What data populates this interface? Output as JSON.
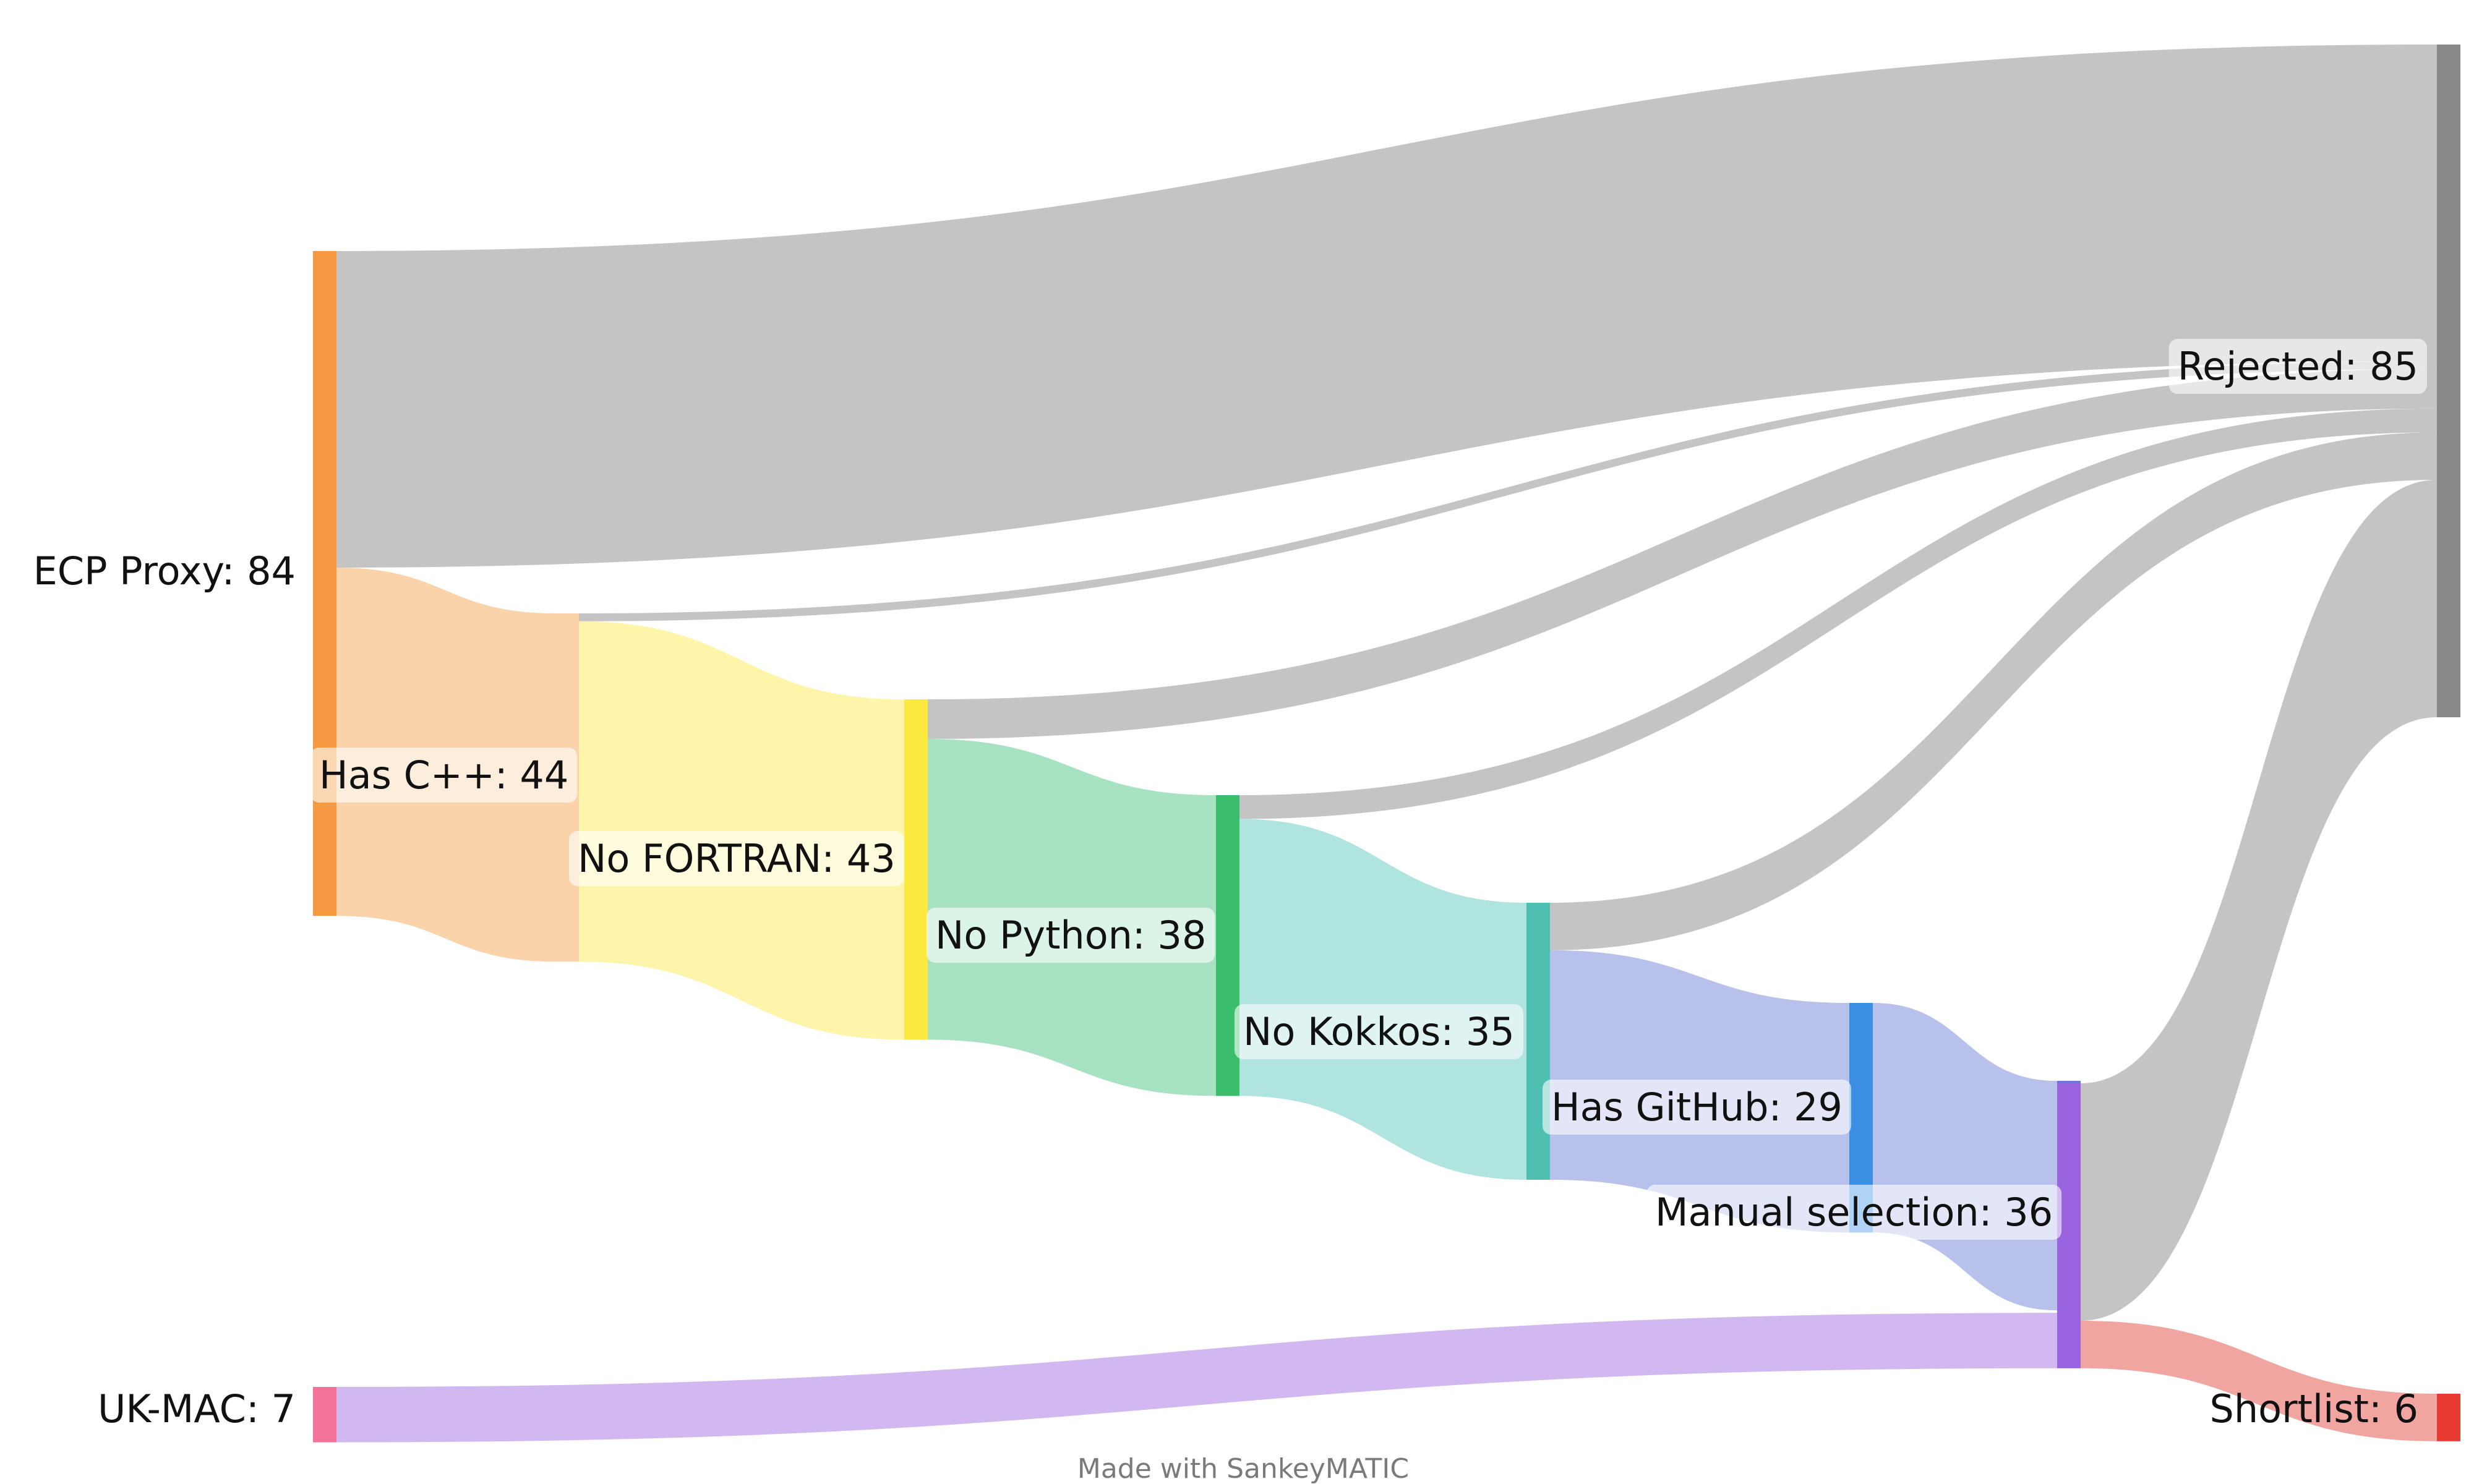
{
  "chart_data": {
    "type": "sankey",
    "nodes": [
      {
        "id": "ecp",
        "label": "ECP Proxy: 84",
        "color": "#f59a42"
      },
      {
        "id": "ukmac",
        "label": "UK-MAC: 7",
        "color": "#f2729a"
      },
      {
        "id": "cpp",
        "label": "Has C++: 44",
        "color": "#fbd3aa"
      },
      {
        "id": "nofortran",
        "label": "No FORTRAN: 43",
        "color": "#fcea40"
      },
      {
        "id": "nopython",
        "label": "No Python: 38",
        "color": "#3cbd6e"
      },
      {
        "id": "nokokkos",
        "label": "No Kokkos: 35",
        "color": "#4ebfb0"
      },
      {
        "id": "github",
        "label": "Has GitHub: 29",
        "color": "#3b8fe3"
      },
      {
        "id": "manual",
        "label": "Manual selection: 36",
        "color": "#6b78d0"
      },
      {
        "id": "mix",
        "label": "",
        "color": "#9a63e0"
      },
      {
        "id": "rejected",
        "label": "Rejected: 85",
        "color": "#888888"
      },
      {
        "id": "shortlist",
        "label": "Shortlist: 6",
        "color": "#e63a32"
      }
    ],
    "links": [
      {
        "source": "ecp",
        "target": "rejected",
        "value": 40,
        "color": "#c4c4c4"
      },
      {
        "source": "ecp",
        "target": "cpp",
        "value": 44,
        "color": "#fbd3aa"
      },
      {
        "source": "cpp",
        "target": "rejected",
        "value": 1,
        "color": "#c4c4c4"
      },
      {
        "source": "cpp",
        "target": "nofortran",
        "value": 43,
        "color": "#fff5aa"
      },
      {
        "source": "nofortran",
        "target": "rejected",
        "value": 5,
        "color": "#c4c4c4"
      },
      {
        "source": "nofortran",
        "target": "nopython",
        "value": 38,
        "color": "#a7e3c3"
      },
      {
        "source": "nopython",
        "target": "rejected",
        "value": 3,
        "color": "#c4c4c4"
      },
      {
        "source": "nopython",
        "target": "nokokkos",
        "value": 35,
        "color": "#b0e4de"
      },
      {
        "source": "nokokkos",
        "target": "rejected",
        "value": 6,
        "color": "#c4c4c4"
      },
      {
        "source": "nokokkos",
        "target": "github",
        "value": 29,
        "color": "#b8c1eb"
      },
      {
        "source": "github",
        "target": "manual",
        "value": 29,
        "color": "#b8c1eb"
      },
      {
        "source": "manual",
        "target": "mix",
        "value": 29,
        "color": "#d1b8f1"
      },
      {
        "source": "ukmac",
        "target": "mix",
        "value": 7,
        "color": "#d1b8f1"
      },
      {
        "source": "mix",
        "target": "rejected",
        "value": 30,
        "color": "#c4c4c4"
      },
      {
        "source": "mix",
        "target": "shortlist",
        "value": 6,
        "color": "#f0a5a1"
      }
    ]
  },
  "footer": {
    "credit": "Made with SankeyMATIC"
  }
}
